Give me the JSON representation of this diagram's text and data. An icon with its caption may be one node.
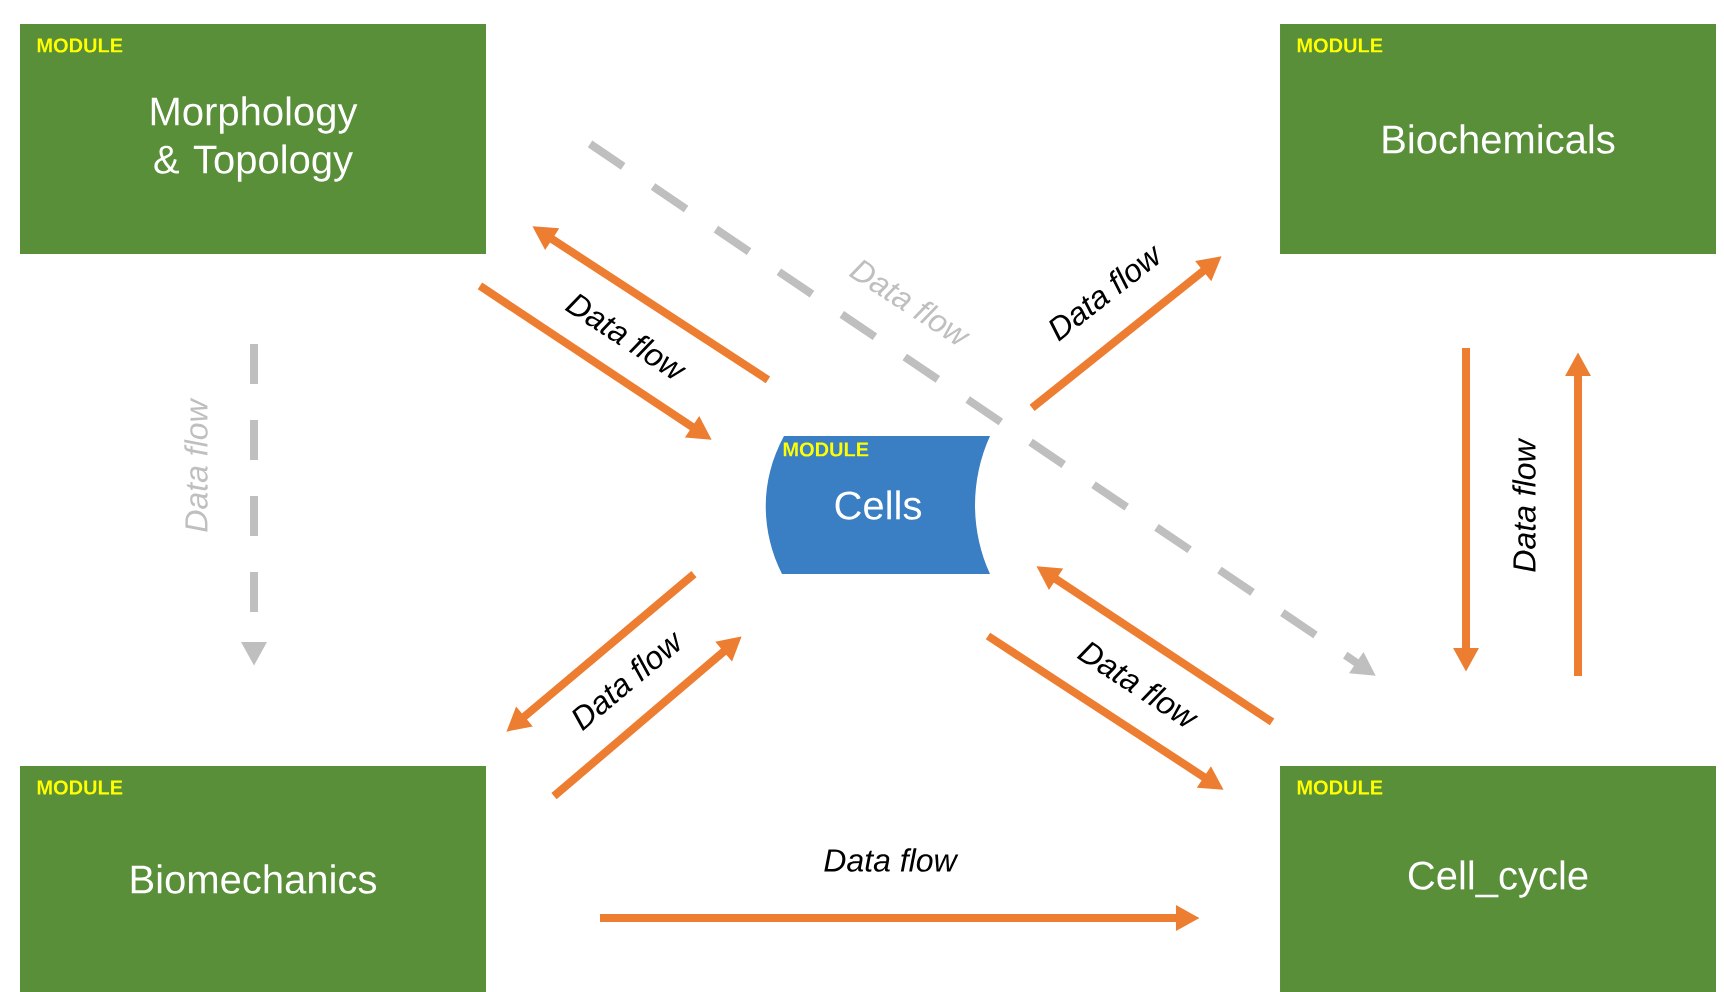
{
  "diagram": {
    "nodes": [
      {
        "text": [
          "MODULE",
          "Morphology & Topology"
        ]
      },
      {
        "text": [
          "MODULE",
          "Biochemicals"
        ]
      },
      {
        "text": [
          "MODULE",
          "Cells"
        ]
      },
      {
        "text": [
          "MODULE",
          "Biomechanics"
        ]
      },
      {
        "text": [
          "MODULE",
          "Cell_cycle"
        ]
      }
    ],
    "edges": [
      {
        "from": 2,
        "to": 0,
        "arrow": "to"
      },
      {
        "from": 0,
        "to": 2,
        "arrow": "to",
        "label": "Data flow"
      },
      {
        "from": 2,
        "to": 1,
        "arrow": "to",
        "label": "Data flow"
      },
      {
        "from": 0,
        "to": 4,
        "arrow": "to",
        "label": "Data flow",
        "style": "dashed",
        "color": "#bfbfbf"
      },
      {
        "from": 0,
        "to": 3,
        "arrow": "to",
        "label": "Data flow",
        "style": "dashed",
        "color": "#bfbfbf"
      },
      {
        "from": 1,
        "to": 4,
        "arrow": "to",
        "label": "Data flow"
      },
      {
        "from": 4,
        "to": 1,
        "arrow": "to"
      },
      {
        "from": 2,
        "to": 3,
        "arrow": "to"
      },
      {
        "from": 3,
        "to": 2,
        "arrow": "to",
        "label": "Data flow"
      },
      {
        "from": 4,
        "to": 2,
        "arrow": "to"
      },
      {
        "from": 2,
        "to": 4,
        "arrow": "to",
        "label": "Data flow"
      },
      {
        "from": 3,
        "to": 4,
        "arrow": "to",
        "label": "Data flow"
      }
    ]
  }
}
